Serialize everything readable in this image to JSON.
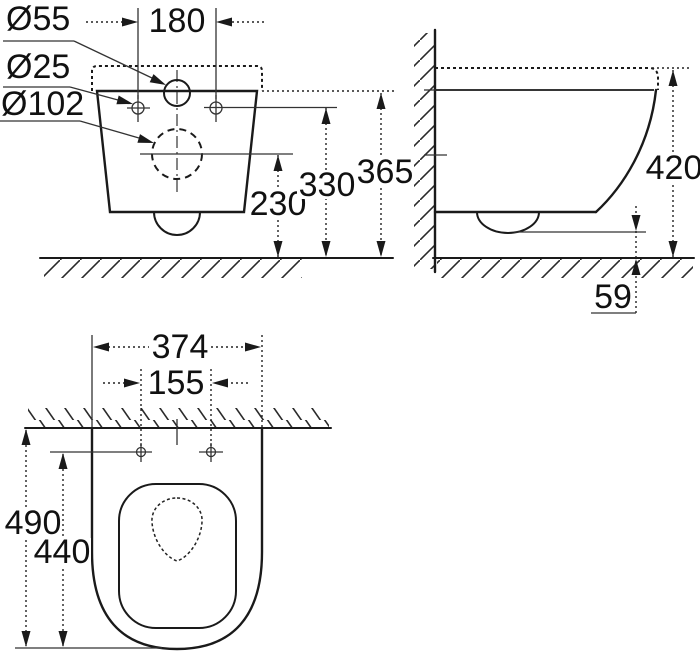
{
  "meta": {
    "drawing_type": "wall-hung toilet installation dimensions",
    "ink_color": "#1a1a1a",
    "paper_color": "#ffffff",
    "units": "mm"
  },
  "views": {
    "front": {
      "callouts": {
        "inlet": "Ø55",
        "fixing": "Ø25",
        "outlet": "Ø102"
      },
      "dims": {
        "fixing_spacing": "180",
        "outlet_height": "230",
        "fixing_height": "330",
        "rim_height": "365"
      }
    },
    "side": {
      "dims": {
        "overall_height": "420",
        "trap_clearance": "59"
      }
    },
    "top": {
      "dims": {
        "overall_width": "374",
        "hole_spacing": "155",
        "overall_depth": "490",
        "hole_depth": "440"
      }
    }
  }
}
